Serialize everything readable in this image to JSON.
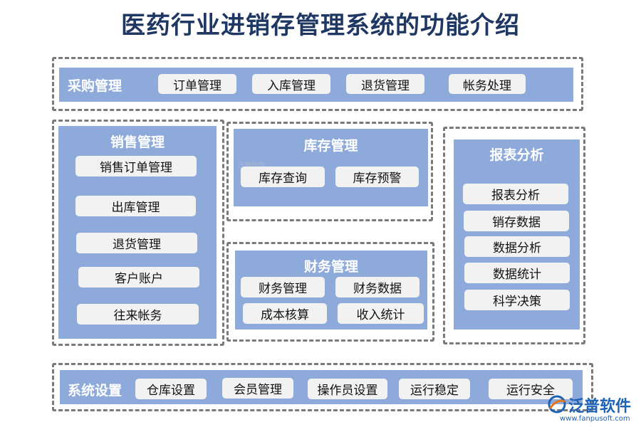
{
  "title": "医药行业进销存管理系统的功能介绍",
  "modules": {
    "purchase": {
      "title": "采购管理",
      "items": [
        "订单管理",
        "入库管理",
        "退货管理",
        "帐务处理"
      ]
    },
    "sales": {
      "title": "销售管理",
      "items": [
        "销售订单管理",
        "出库管理",
        "退货管理",
        "客户账户",
        "往来帐务"
      ]
    },
    "inventory": {
      "title": "库存管理",
      "items": [
        "库存查询",
        "库存预警"
      ]
    },
    "finance": {
      "title": "财务管理",
      "items": [
        "财务管理",
        "财务数据",
        "成本核算",
        "收入统计"
      ]
    },
    "report": {
      "title": "报表分析",
      "items": [
        "报表分析",
        "销存数据",
        "数据分析",
        "数据统计",
        "科学决策"
      ]
    },
    "system": {
      "title": "系统设置",
      "items": [
        "仓库设置",
        "会员管理",
        "操作员设置",
        "运行稳定",
        "运行安全"
      ]
    }
  },
  "watermark": {
    "center_text": "泛普软件"
  },
  "brand": {
    "name": "泛普软件",
    "url": "www.fanpusoft.com"
  },
  "colors": {
    "title": "#1f3763",
    "panel": "#8eaadb",
    "chip": "#f2f2f2",
    "dash": "#7a7a7a",
    "brand": "#1d62b5"
  }
}
